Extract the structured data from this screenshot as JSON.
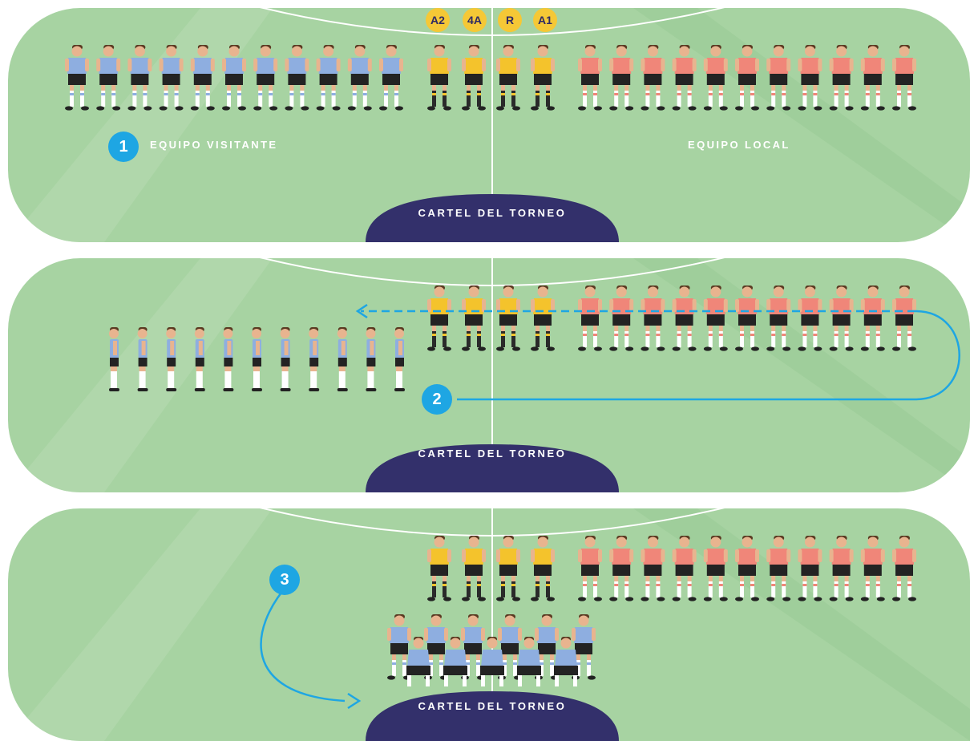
{
  "colors": {
    "field_light": "#a7d3a2",
    "field_dark": "#8cc489",
    "line": "#ffffff",
    "banner": "#33306b",
    "step_badge": "#1ea6e3",
    "referee_shirt": "#f4c32c",
    "visiting_shirt": "#8eaee0",
    "local_shirt": "#f08679",
    "shorts": "#232323",
    "arrow": "#1ea6e3"
  },
  "referees": {
    "badges": [
      "A2",
      "4A",
      "R",
      "A1"
    ]
  },
  "steps": [
    {
      "number": "1",
      "visiting_label": "EQUIPO VISITANTE",
      "local_label": "EQUIPO LOCAL",
      "banner": "CARTEL DEL TORNEO",
      "visiting_players": 11,
      "local_players": 11,
      "referees": 4
    },
    {
      "number": "2",
      "banner": "CARTEL DEL TORNEO",
      "visiting_players": 11,
      "local_players": 11,
      "referees": 4
    },
    {
      "number": "3",
      "banner": "CARTEL DEL TORNEO",
      "visiting_players": 11,
      "local_players": 11,
      "referees": 4
    }
  ]
}
